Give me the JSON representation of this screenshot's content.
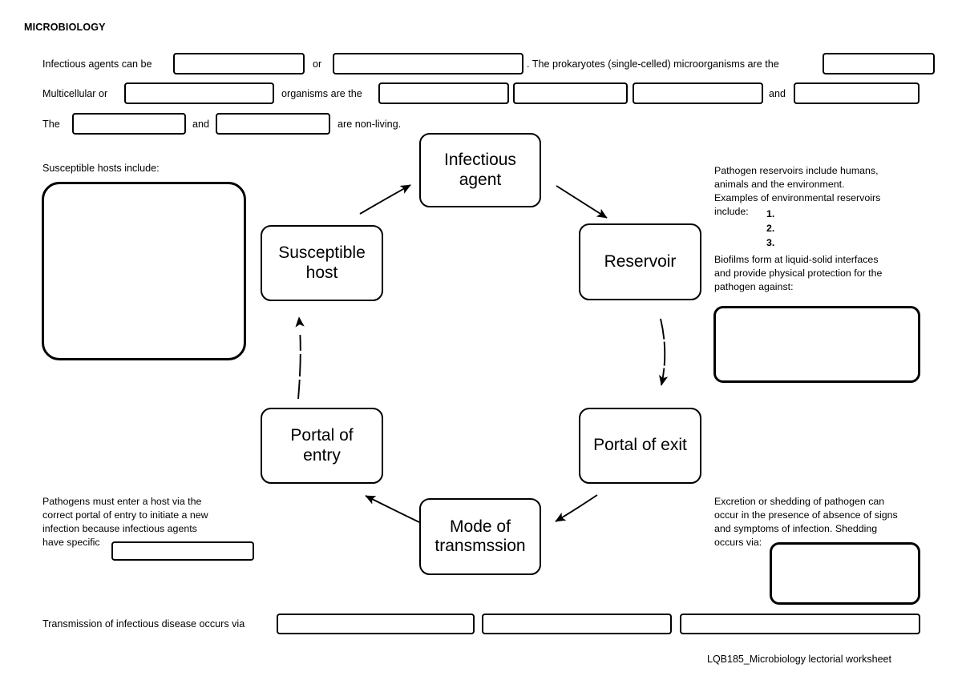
{
  "document": {
    "title": "MICROBIOLOGY",
    "footer": "LQB185_Microbiology lectorial worksheet"
  },
  "intro": {
    "line1_part1": "Infectious agents can be",
    "line1_part2": "or",
    "line1_part3": ". The prokaryotes (single-celled) microorganisms are the",
    "line2_part1": "Multicellular or",
    "line2_part2": "organisms are the",
    "line2_part3": "and",
    "line3_part1": "The",
    "line3_part2": "and",
    "line3_part3": "are non-living."
  },
  "left_panel": {
    "susceptible_hosts_label": "Susceptible hosts include:",
    "portal_entry_note_line1": "Pathogens must enter a host via the",
    "portal_entry_note_line2": "correct portal of entry to initiate a new",
    "portal_entry_note_line3": "infection because infectious agents",
    "portal_entry_note_line4": "have specific"
  },
  "right_panel": {
    "reservoir_note_line1": "Pathogen reservoirs include humans,",
    "reservoir_note_line2": "animals and the environment.",
    "reservoir_note_line3": "Examples of environmental reservoirs",
    "reservoir_note_line4": "include:",
    "examples": [
      "1.",
      "2.",
      "3."
    ],
    "biofilm_note_line1": "Biofilms form at liquid-solid interfaces",
    "biofilm_note_line2": "and provide physical protection for the",
    "biofilm_note_line3": "pathogen against:",
    "shedding_note_line1": "Excretion or shedding of pathogen can",
    "shedding_note_line2": "occur in the presence of absence of signs",
    "shedding_note_line3": "and symptoms of infection. Shedding",
    "shedding_note_line4": "occurs via:"
  },
  "bottom": {
    "transmission_label": "Transmission of infectious disease occurs via"
  },
  "chain_diagram": {
    "nodes": [
      {
        "id": "infectious-agent",
        "label": "Infectious\nagent"
      },
      {
        "id": "reservoir",
        "label": "Reservoir"
      },
      {
        "id": "portal-of-exit",
        "label": "Portal of exit"
      },
      {
        "id": "mode-of-transmission",
        "label": "Mode of\ntransmssion"
      },
      {
        "id": "portal-of-entry",
        "label": "Portal of\nentry"
      },
      {
        "id": "susceptible-host",
        "label": "Susceptible\nhost"
      }
    ]
  },
  "colors": {
    "ink": "#000000",
    "page": "#ffffff"
  }
}
